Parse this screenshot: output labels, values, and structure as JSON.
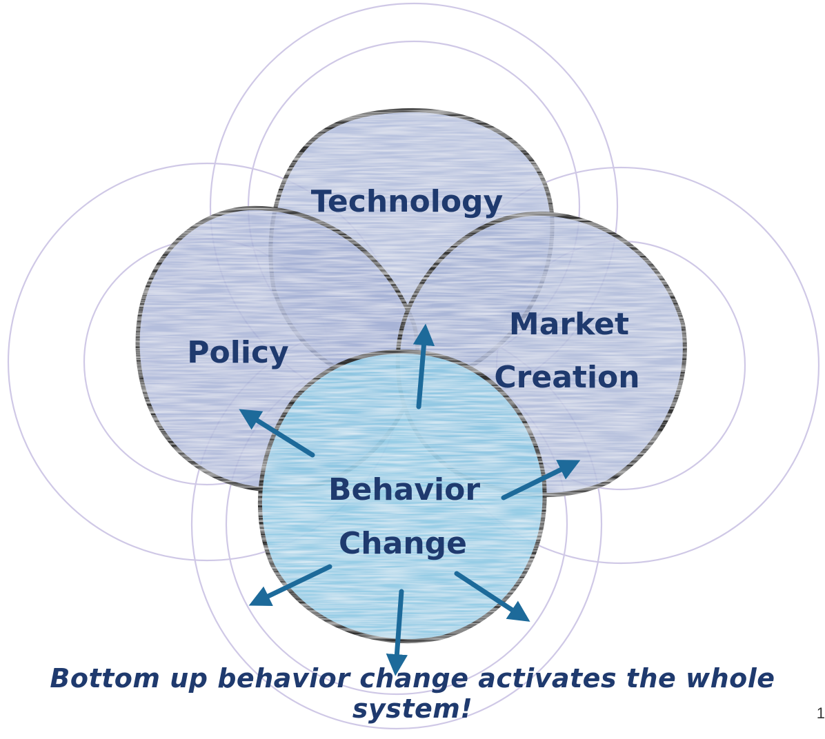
{
  "diagram": {
    "circles": [
      {
        "id": "technology",
        "label_lines": [
          "Technology"
        ],
        "fill": "#a9b6d8"
      },
      {
        "id": "policy",
        "label_lines": [
          "Policy"
        ],
        "fill": "#a3b0d4"
      },
      {
        "id": "market",
        "label_lines": [
          "Market",
          "Creation"
        ],
        "fill": "#a7b3d6"
      },
      {
        "id": "behavior",
        "label_lines": [
          "Behavior",
          "Change"
        ],
        "fill": "#8ec9e4"
      }
    ],
    "outline_color": "#333333",
    "ring_color": "#cfc8e6",
    "arrow_color": "#1d6a9a",
    "caption": "Bottom up behavior change activates the whole system!",
    "page_number": "1"
  }
}
